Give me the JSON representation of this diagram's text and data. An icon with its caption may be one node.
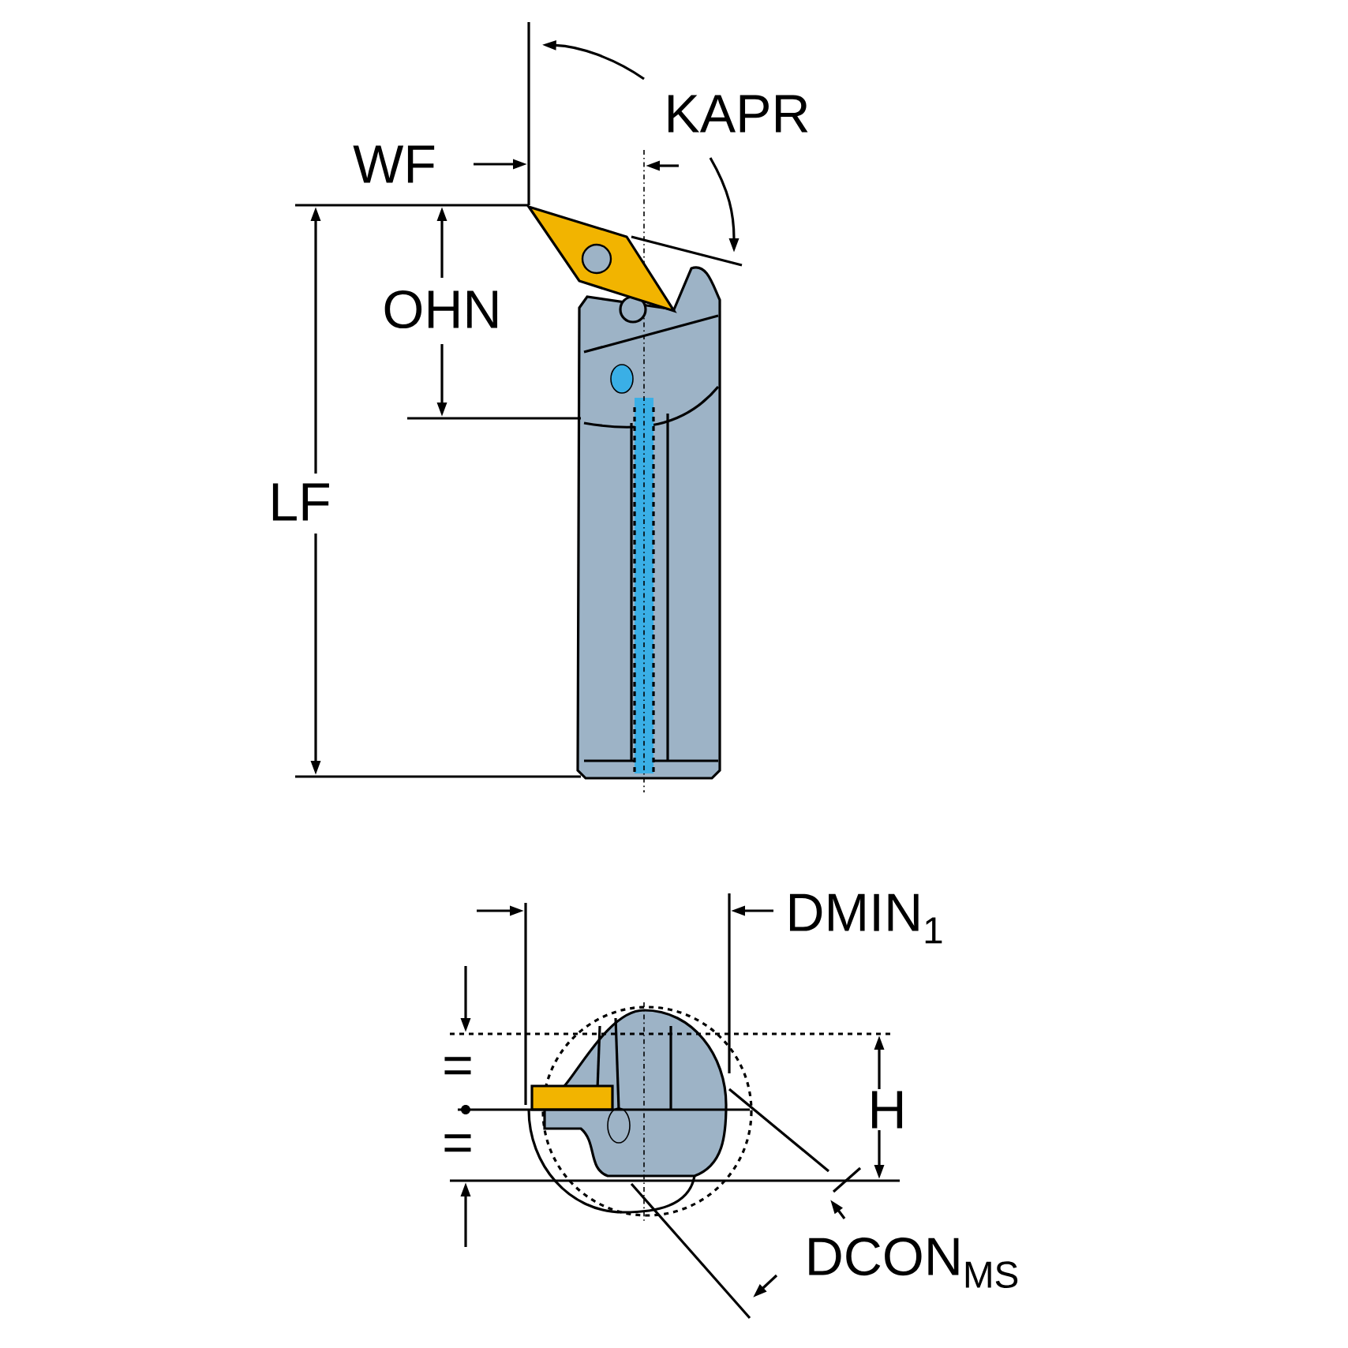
{
  "diagram": {
    "labels": [
      "WF",
      "KAPR",
      "OHN",
      "LF",
      "DMIN$_{1}$",
      "=",
      "=",
      "H",
      "DCON$_{MS}$"
    ]
  }
}
